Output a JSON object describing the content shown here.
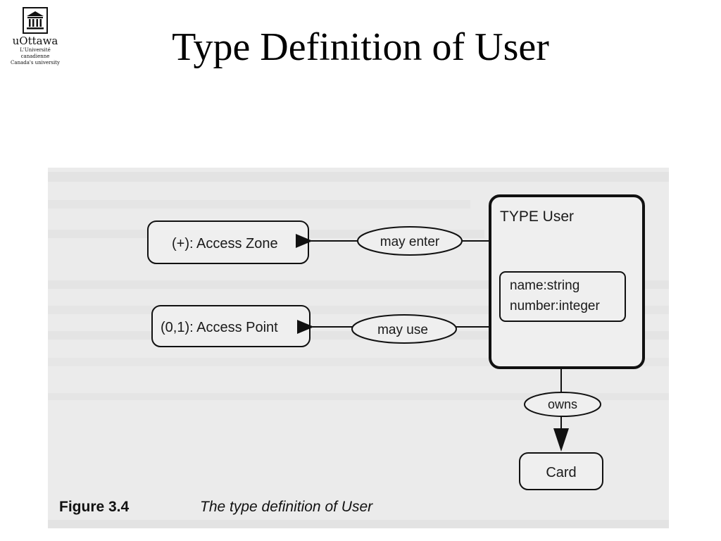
{
  "slide": {
    "title": "Type Definition of User"
  },
  "logo": {
    "name": "uOttawa",
    "line1": "L'Université canadienne",
    "line2": "Canada's university",
    "icon": "university-building-icon"
  },
  "diagram": {
    "type_box_title": "TYPE User",
    "attributes": [
      "name:string",
      "number:integer"
    ],
    "targets": {
      "access_zone": "(+): Access Zone",
      "access_point": "(0,1): Access Point",
      "card": "Card"
    },
    "relations": {
      "may_enter": "may enter",
      "may_use": "may use",
      "owns": "owns"
    }
  },
  "caption": {
    "number": "Figure 3.4",
    "text": "The type definition of User"
  }
}
